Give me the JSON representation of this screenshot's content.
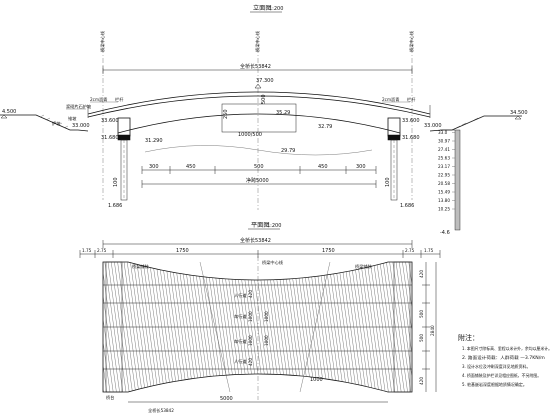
{
  "elevation": {
    "title": "立面图",
    "scale": "1:200",
    "label_left": "4.500",
    "label_right": "34.500",
    "centerline_left": "桥梁中心线",
    "centerline_right": "桥梁中心线",
    "centerline_mid": "桥梁中心线",
    "total_length": "全桥长53842",
    "crown_elev": "37.300",
    "crown_mid": "35.29",
    "arch_left_elev": "31.290",
    "arch_right_elev": "32.79",
    "left_spring": "33.600",
    "right_spring": "33.600",
    "left_base": "31.680",
    "right_base": "31.680",
    "left_bank": "33.000",
    "right_bank": "33.000",
    "left_slope_note": "护坡",
    "left_rail": "栏杆",
    "right_rail": "栏杆",
    "deck_left": "2cm沥青",
    "deck_right": "2cm沥青",
    "left_note_a": "浆砌片石护坡",
    "left_note_b": "锥坡",
    "dim_250": "250",
    "dim_500": "500",
    "dim_1000_500": "1000/500",
    "water_elev": "29.79",
    "dim_300_l": "300",
    "dim_450_l": "450",
    "dim_500_mid": "500",
    "dim_450_r": "450",
    "dim_300_r": "300",
    "span_label": "净跨5000",
    "pile_100_l": "100",
    "pile_100_r": "100",
    "pile_tip_l": "1.686",
    "pile_tip_r": "1.686",
    "borehole_bottom": "-4.6",
    "borehole_labels": [
      "33.0",
      "30.97",
      "27.41",
      "25.63",
      "23.17",
      "22.95",
      "20.58",
      "15.49",
      "13.80",
      "10.25"
    ]
  },
  "plan": {
    "title": "平面图",
    "scale": "1:200",
    "total_length": "全桥长53842",
    "left_dims": [
      "1.75",
      "2.75"
    ],
    "right_dims": [
      "2.75",
      "1.75"
    ],
    "span_l": "1750",
    "span_r": "1750",
    "top_left_note": "桥梁铺装",
    "top_mid_note": "桥梁中心线",
    "top_right_note": "桥梁铺装",
    "lane_labels": [
      "人行道",
      "车行道",
      "车行道",
      "人行道"
    ],
    "width_labels": [
      "420",
      "1000",
      "1000",
      "420"
    ],
    "right_dims_v": [
      "420",
      "500",
      "500",
      "420"
    ],
    "overall_width": "2840",
    "mid_dims": [
      "1000",
      "1000"
    ],
    "bottom_dims": [
      "1000",
      "5000"
    ],
    "bottom_left": "桥台",
    "bottom_note": "全桥长53842"
  },
  "notes": {
    "title": "附注：",
    "items": [
      "1. 本图尺寸除标高、里程以米计外，余均以厘米计。",
      "2. 路面设计荷载：人群荷载 —3.7KN/m",
      "3. 设计水位及冲刷深度详见地质资料。",
      "4. 桥面铺装及护栏详见相应图纸，不另附图。",
      "5. 桩基嵌岩深度根据地质情况确定。"
    ],
    "load_value": "—3.7KN/m"
  }
}
